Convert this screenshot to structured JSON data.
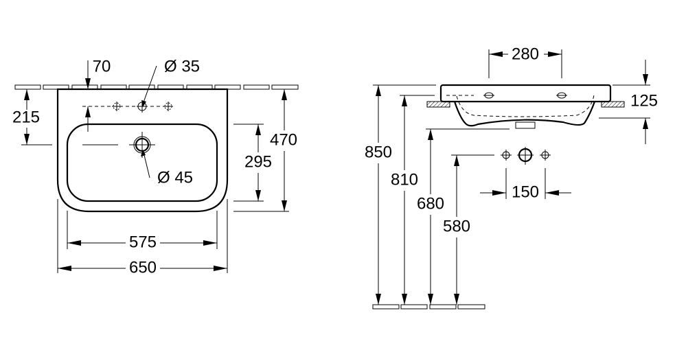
{
  "top_view": {
    "dim_tap_offset": "70",
    "dim_tap_hole": "Ø 35",
    "dim_tap_depth": "215",
    "dim_depth_total": "470",
    "dim_bowl_depth": "295",
    "dim_drain": "Ø 45",
    "dim_bowl_width": "575",
    "dim_total_width": "650"
  },
  "side_view": {
    "dim_tap_spacing": "280",
    "dim_height_basin": "125",
    "dim_height_top": "850",
    "dim_height_810": "810",
    "dim_height_680": "680",
    "dim_height_580": "580",
    "dim_valve_spacing": "150"
  }
}
